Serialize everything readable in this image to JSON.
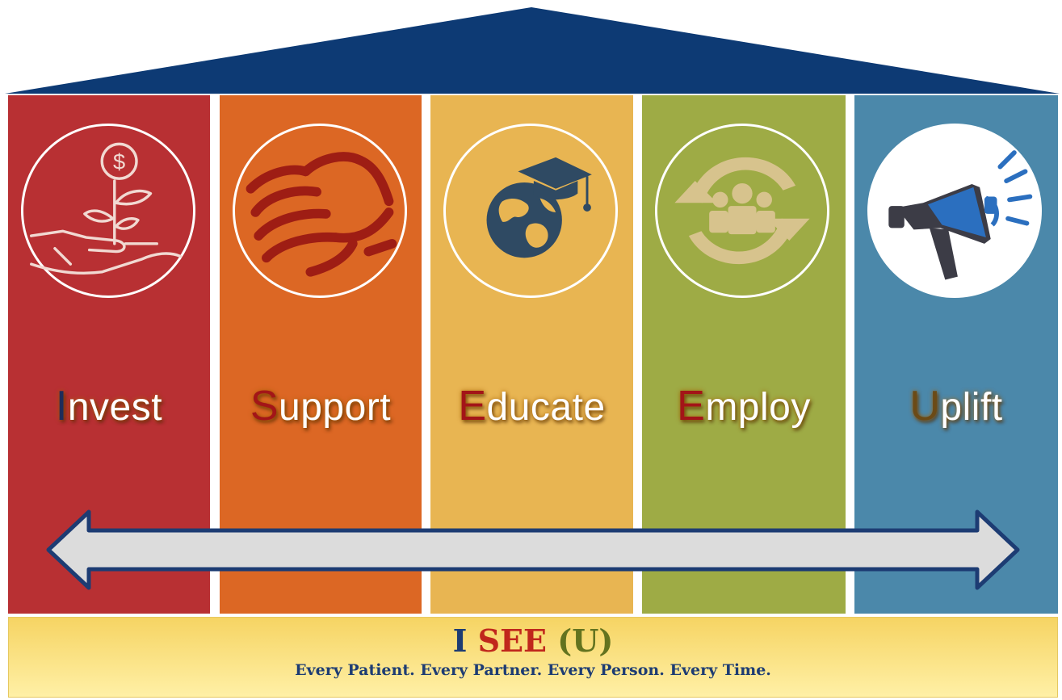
{
  "pillars": [
    {
      "initial": "I",
      "rest": "nvest",
      "icon": "investment-growth-icon",
      "color": "#b83033"
    },
    {
      "initial": "S",
      "rest": "upport",
      "icon": "handshake-icon",
      "color": "#dc6724"
    },
    {
      "initial": "E",
      "rest": "ducate",
      "icon": "globe-graduation-cap-icon",
      "color": "#e8b552"
    },
    {
      "initial": "E",
      "rest": "mploy",
      "icon": "people-cycle-icon",
      "color": "#9eab45"
    },
    {
      "initial": "U",
      "rest": "plift",
      "icon": "megaphone-icon",
      "color": "#4b88aa"
    }
  ],
  "roof": {
    "color": "#0d3a74"
  },
  "base": {
    "title_i": "I",
    "title_see": "SEE",
    "title_u": "(U)",
    "tagline": "Every Patient. Every Partner. Every Person. Every Time."
  }
}
